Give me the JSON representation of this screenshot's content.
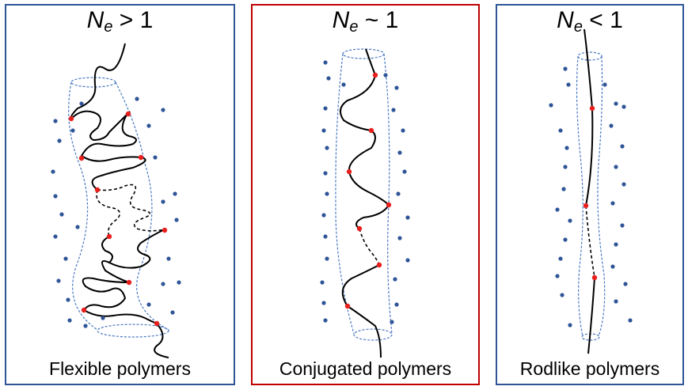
{
  "panels": [
    {
      "id": "flexible",
      "heading": {
        "symbol": "N",
        "subscript": "e",
        "relation": " > 1"
      },
      "caption": "Flexible polymers",
      "border_color": "#2f5597"
    },
    {
      "id": "conjugated",
      "heading": {
        "symbol": "N",
        "subscript": "e",
        "relation": " ~ 1"
      },
      "caption": "Conjugated polymers",
      "border_color": "#c00000"
    },
    {
      "id": "rodlike",
      "heading": {
        "symbol": "N",
        "subscript": "e",
        "relation": " < 1"
      },
      "caption": "Rodlike polymers",
      "border_color": "#2f5597"
    }
  ],
  "colors": {
    "tube": "#4a78c2",
    "dots": "#2f5597",
    "entanglement_points": "#e8201d",
    "chain": "#000000"
  }
}
